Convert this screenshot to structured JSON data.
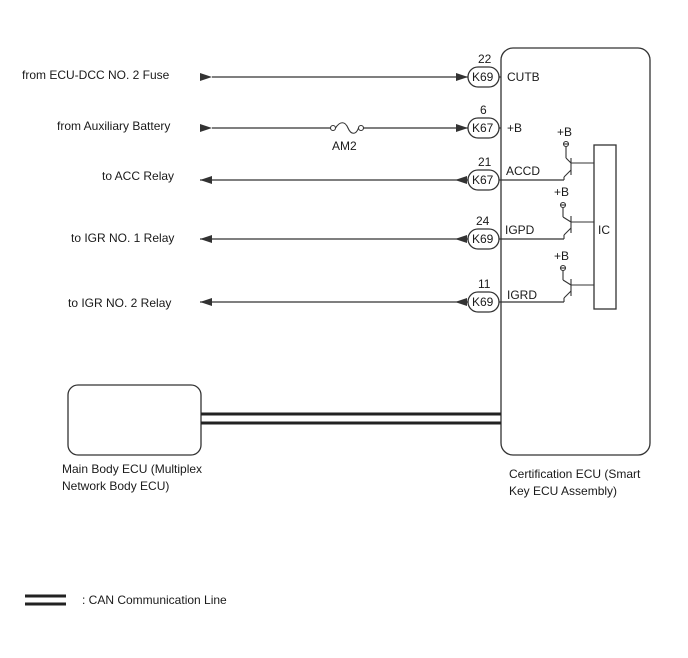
{
  "wires": [
    {
      "source": "from ECU-DCC NO. 2 Fuse",
      "direction": "in",
      "pin": "22",
      "connector": "K69",
      "signal": "CUTB"
    },
    {
      "source": "from Auxiliary Battery",
      "direction": "in",
      "pin": "6",
      "connector": "K67",
      "signal": "+B",
      "fuse": "AM2"
    },
    {
      "source": "to ACC Relay",
      "direction": "out",
      "pin": "21",
      "connector": "K67",
      "signal": "ACCD",
      "supply": "+B"
    },
    {
      "source": "to IGR NO. 1 Relay",
      "direction": "out",
      "pin": "24",
      "connector": "K69",
      "signal": "IGPD",
      "supply": "+B"
    },
    {
      "source": "to IGR NO. 2 Relay",
      "direction": "out",
      "pin": "11",
      "connector": "K69",
      "signal": "IGRD",
      "supply": "+B"
    }
  ],
  "ic_label": "IC",
  "main_body_ecu": [
    "Main Body ECU (Multiplex",
    "Network Body ECU)"
  ],
  "certification_ecu": [
    "Certification ECU (Smart",
    "Key ECU Assembly)"
  ],
  "legend": {
    "text": ": CAN Communication Line"
  },
  "colors": {
    "line": "#333333",
    "text": "#1a1a1a"
  }
}
